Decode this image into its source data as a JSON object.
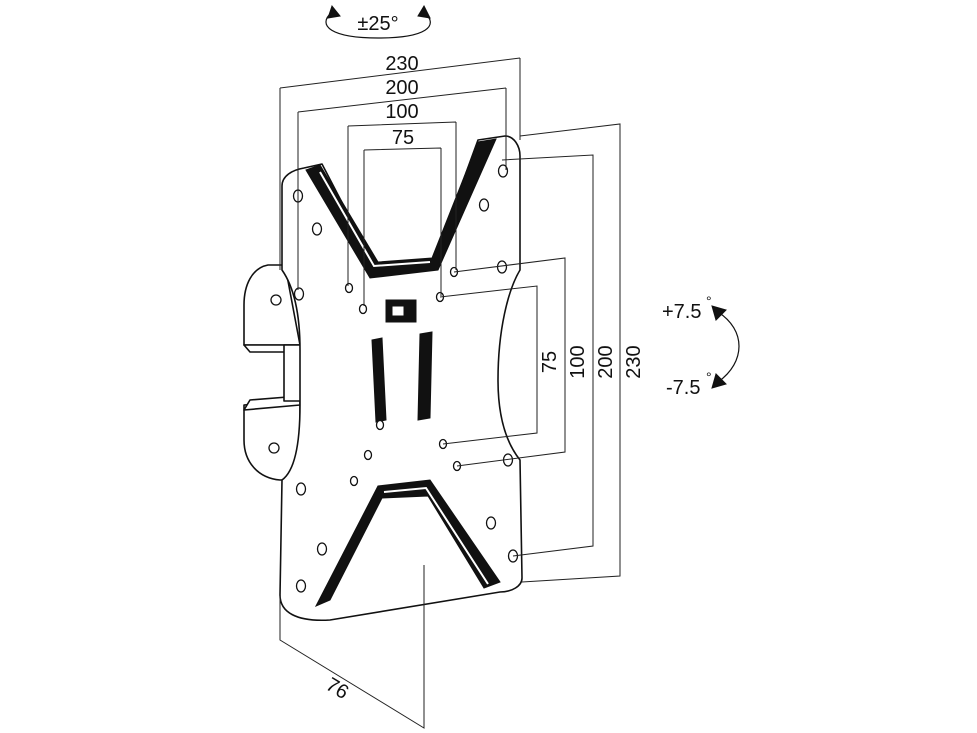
{
  "labels": {
    "swivel": "±25°",
    "width_230": "230",
    "width_200": "200",
    "width_100": "100",
    "width_75": "75",
    "height_75": "75",
    "height_100": "100",
    "height_200": "200",
    "height_230": "230",
    "tilt_plus": "+7.5",
    "tilt_minus": "-7.5",
    "degree": "°",
    "depth_76": "76"
  }
}
